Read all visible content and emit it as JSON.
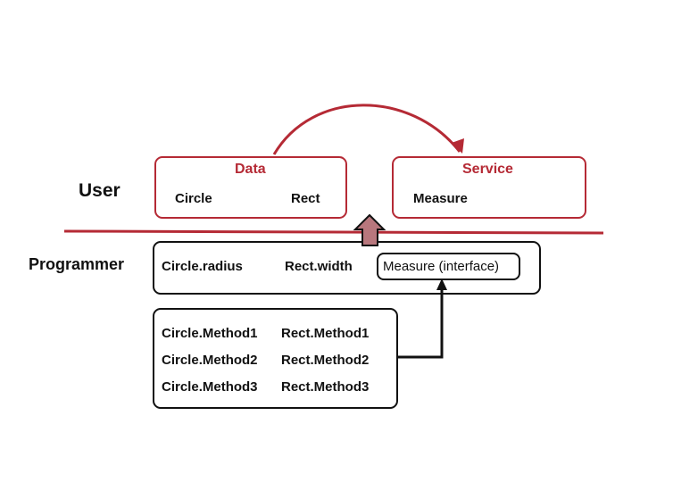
{
  "user_label": "User",
  "programmer_label": "Programmer",
  "data_box": {
    "title": "Data",
    "items": [
      "Circle",
      "Rect"
    ]
  },
  "service_box": {
    "title": "Service",
    "items": [
      "Measure"
    ]
  },
  "fields_box": {
    "items": [
      "Circle.radius",
      "Rect.width"
    ],
    "interface_label": "Measure (interface)"
  },
  "methods_box": {
    "rows": [
      [
        "Circle.Method1",
        "Rect.Method1"
      ],
      [
        "Circle.Method2",
        "Rect.Method2"
      ],
      [
        "Circle.Method3",
        "Rect.Method3"
      ]
    ]
  },
  "colors": {
    "accent_red": "#b52a35",
    "outline_black": "#111111",
    "block_arrow_fill": "#b8777d"
  }
}
